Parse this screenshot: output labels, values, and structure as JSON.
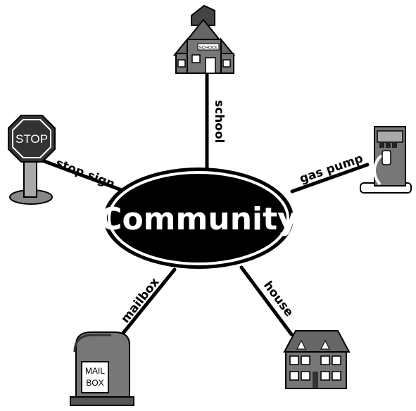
{
  "center": {
    "label": "Community"
  },
  "spokes": [
    {
      "id": "school",
      "label": "school",
      "icon": "school-building-icon",
      "sign_text": "SCHOOL"
    },
    {
      "id": "gas-pump",
      "label": "gas pump",
      "icon": "gas-pump-icon"
    },
    {
      "id": "house",
      "label": "house",
      "icon": "house-icon"
    },
    {
      "id": "mailbox",
      "label": "mailbox",
      "icon": "mailbox-icon",
      "sign_text_1": "MAIL",
      "sign_text_2": "BOX"
    },
    {
      "id": "stop-sign",
      "label": "stop sign",
      "icon": "stop-sign-icon",
      "sign_text": "STOP"
    }
  ]
}
